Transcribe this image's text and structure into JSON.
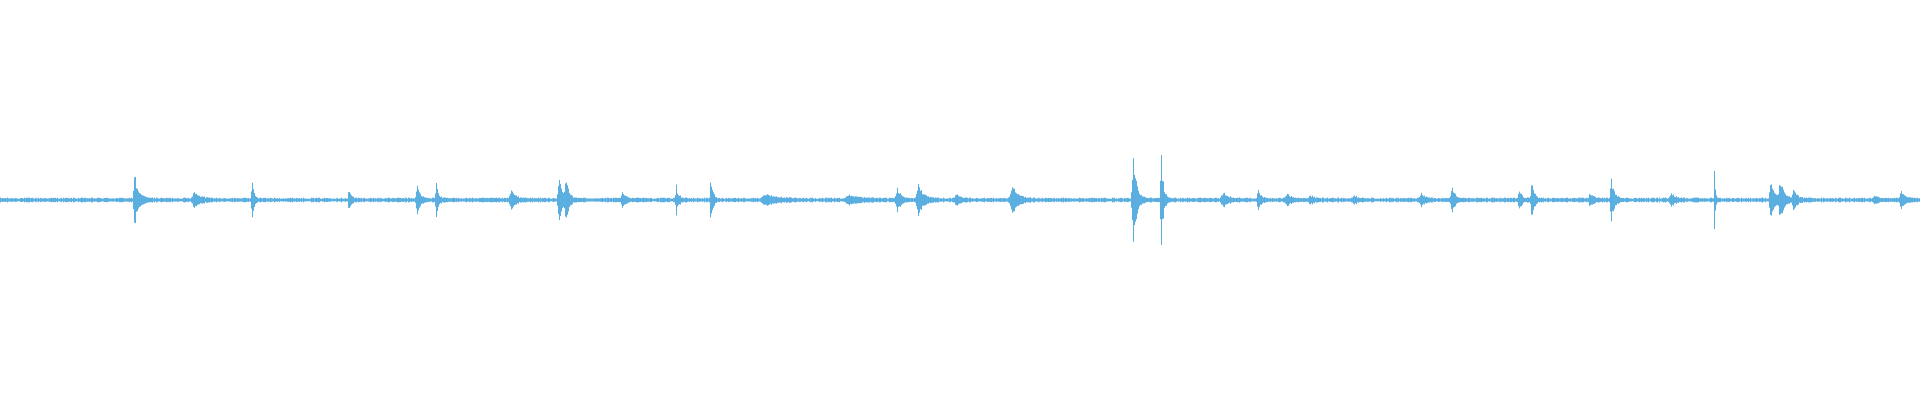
{
  "waveform": {
    "color": "#5aaee0",
    "background": "#ffffff",
    "baseline_amplitude": 0.006,
    "noise_amplitude": 0.012,
    "bursts": [
      {
        "t": 0.07,
        "amp": 0.13,
        "width": 0.002
      },
      {
        "t": 0.101,
        "amp": 0.04,
        "width": 0.003
      },
      {
        "t": 0.131,
        "amp": 0.14,
        "width": 0.0008
      },
      {
        "t": 0.1815,
        "amp": 0.05,
        "width": 0.0012
      },
      {
        "t": 0.217,
        "amp": 0.08,
        "width": 0.0015
      },
      {
        "t": 0.227,
        "amp": 0.11,
        "width": 0.001
      },
      {
        "t": 0.266,
        "amp": 0.05,
        "width": 0.002
      },
      {
        "t": 0.291,
        "amp": 0.12,
        "width": 0.0018
      },
      {
        "t": 0.2945,
        "amp": 0.1,
        "width": 0.0015
      },
      {
        "t": 0.324,
        "amp": 0.03,
        "width": 0.002
      },
      {
        "t": 0.352,
        "amp": 0.07,
        "width": 0.0012
      },
      {
        "t": 0.37,
        "amp": 0.13,
        "width": 0.001
      },
      {
        "t": 0.399,
        "amp": 0.02,
        "width": 0.006
      },
      {
        "t": 0.442,
        "amp": 0.02,
        "width": 0.005
      },
      {
        "t": 0.467,
        "amp": 0.06,
        "width": 0.002
      },
      {
        "t": 0.478,
        "amp": 0.08,
        "width": 0.0025
      },
      {
        "t": 0.498,
        "amp": 0.03,
        "width": 0.002
      },
      {
        "t": 0.527,
        "amp": 0.07,
        "width": 0.003
      },
      {
        "t": 0.59,
        "amp": 0.22,
        "width": 0.0018
      },
      {
        "t": 0.6045,
        "amp": 0.3,
        "width": 0.001
      },
      {
        "t": 0.637,
        "amp": 0.03,
        "width": 0.003
      },
      {
        "t": 0.655,
        "amp": 0.05,
        "width": 0.0015
      },
      {
        "t": 0.67,
        "amp": 0.03,
        "width": 0.002
      },
      {
        "t": 0.682,
        "amp": 0.02,
        "width": 0.002
      },
      {
        "t": 0.705,
        "amp": 0.02,
        "width": 0.002
      },
      {
        "t": 0.74,
        "amp": 0.03,
        "width": 0.002
      },
      {
        "t": 0.756,
        "amp": 0.08,
        "width": 0.0015
      },
      {
        "t": 0.791,
        "amp": 0.06,
        "width": 0.0012
      },
      {
        "t": 0.7975,
        "amp": 0.11,
        "width": 0.0012
      },
      {
        "t": 0.828,
        "amp": 0.03,
        "width": 0.002
      },
      {
        "t": 0.839,
        "amp": 0.11,
        "width": 0.0015
      },
      {
        "t": 0.87,
        "amp": 0.03,
        "width": 0.0025
      },
      {
        "t": 0.8925,
        "amp": 0.23,
        "width": 0.0005
      },
      {
        "t": 0.922,
        "amp": 0.12,
        "width": 0.0018
      },
      {
        "t": 0.927,
        "amp": 0.1,
        "width": 0.0018
      },
      {
        "t": 0.934,
        "amp": 0.05,
        "width": 0.0018
      },
      {
        "t": 0.976,
        "amp": 0.02,
        "width": 0.002
      },
      {
        "t": 0.99,
        "amp": 0.04,
        "width": 0.002
      }
    ]
  }
}
